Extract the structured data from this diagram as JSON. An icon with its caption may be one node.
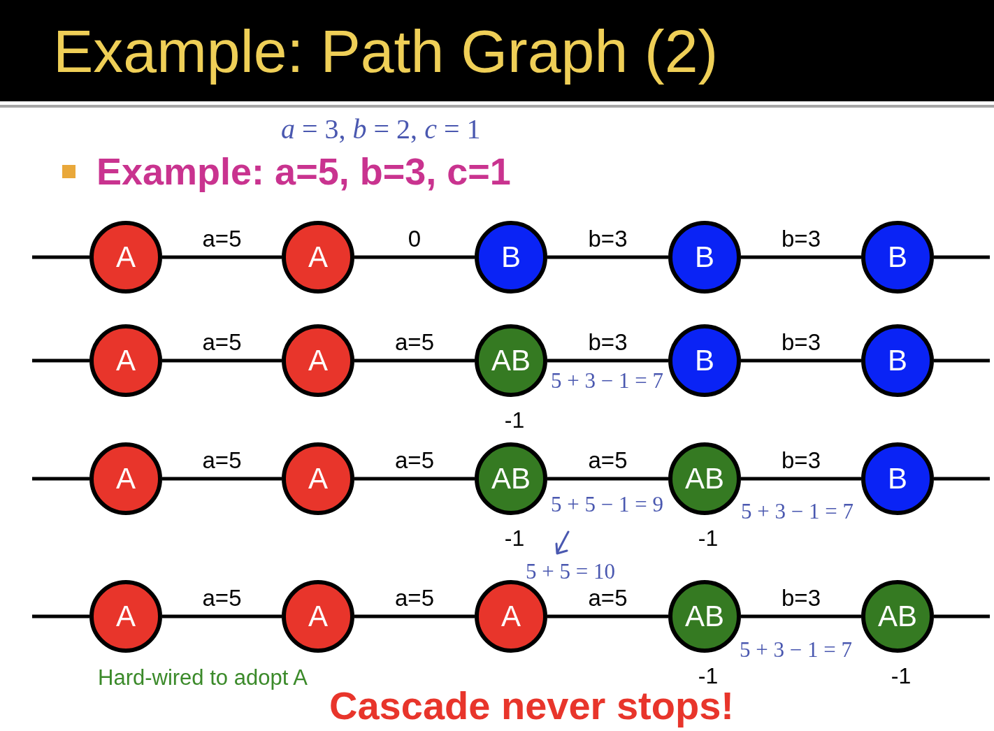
{
  "diagram": {
    "title": "Example: Path Graph (2)",
    "nodes": [
      {
        "text": [
          "A"
        ]
      },
      {
        "text": [
          "A"
        ]
      },
      {
        "text": [
          "B"
        ]
      },
      {
        "text": [
          "B"
        ]
      },
      {
        "text": [
          "B"
        ]
      },
      {
        "text": [
          "A"
        ]
      },
      {
        "text": [
          "A"
        ]
      },
      {
        "text": [
          "AB"
        ],
        "beside": [
          "-1"
        ]
      },
      {
        "text": [
          "B"
        ]
      },
      {
        "text": [
          "B"
        ]
      },
      {
        "text": [
          "A"
        ]
      },
      {
        "text": [
          "A"
        ]
      },
      {
        "text": [
          "AB"
        ],
        "beside": [
          "-1"
        ]
      },
      {
        "text": [
          "AB"
        ],
        "beside": [
          "-1"
        ]
      },
      {
        "text": [
          "B"
        ]
      },
      {
        "text": [
          "A"
        ]
      },
      {
        "text": [
          "A"
        ]
      },
      {
        "text": [
          "A"
        ]
      },
      {
        "text": [
          "AB"
        ],
        "beside": [
          "-1"
        ]
      },
      {
        "text": [
          "AB"
        ],
        "beside": [
          "-1"
        ]
      }
    ],
    "edges": [
      {
        "from": null,
        "to": 0,
        "arrow": "none"
      },
      {
        "from": 0,
        "to": 1,
        "arrow": "none",
        "label": "a=5"
      },
      {
        "from": 1,
        "to": 2,
        "arrow": "none",
        "label": "0"
      },
      {
        "from": 2,
        "to": 3,
        "arrow": "none",
        "label": "b=3"
      },
      {
        "from": 3,
        "to": 4,
        "arrow": "none",
        "label": "b=3"
      },
      {
        "from": 4,
        "to": null,
        "arrow": "none"
      },
      {
        "from": null,
        "to": 5,
        "arrow": "none"
      },
      {
        "from": 5,
        "to": 6,
        "arrow": "none",
        "label": "a=5"
      },
      {
        "from": 6,
        "to": 7,
        "arrow": "none",
        "label": "a=5"
      },
      {
        "from": 7,
        "to": 8,
        "arrow": "none",
        "label": "b=3"
      },
      {
        "from": 8,
        "to": 9,
        "arrow": "none",
        "label": "b=3"
      },
      {
        "from": 9,
        "to": null,
        "arrow": "none"
      },
      {
        "from": null,
        "to": 10,
        "arrow": "none"
      },
      {
        "from": 10,
        "to": 11,
        "arrow": "none",
        "label": "a=5"
      },
      {
        "from": 11,
        "to": 12,
        "arrow": "none",
        "label": "a=5"
      },
      {
        "from": 12,
        "to": 13,
        "arrow": "none",
        "label": "a=5"
      },
      {
        "from": 13,
        "to": 14,
        "arrow": "none",
        "label": "b=3"
      },
      {
        "from": 14,
        "to": null,
        "arrow": "none"
      },
      {
        "from": null,
        "to": 15,
        "arrow": "none"
      },
      {
        "from": 15,
        "to": 16,
        "arrow": "none",
        "label": "a=5"
      },
      {
        "from": 16,
        "to": 17,
        "arrow": "none",
        "label": "a=5"
      },
      {
        "from": 17,
        "to": 18,
        "arrow": "none",
        "label": "a=5"
      },
      {
        "from": 18,
        "to": 19,
        "arrow": "none",
        "label": "b=3"
      },
      {
        "from": 19,
        "to": null,
        "arrow": "none"
      }
    ],
    "labels": [
      "*a* = 3, *b* = 2, *c* = 1",
      "Example: a=5, b=3, c=1",
      "5 + 3 − 1 = 7",
      "5 + 5 − 1 = 9",
      "5 + 3 − 1 = 7",
      "5 + 5 = 10",
      "5 + 3 − 1 = 7",
      "Hard-wired to adopt A",
      "Cascade never stops!"
    ]
  }
}
